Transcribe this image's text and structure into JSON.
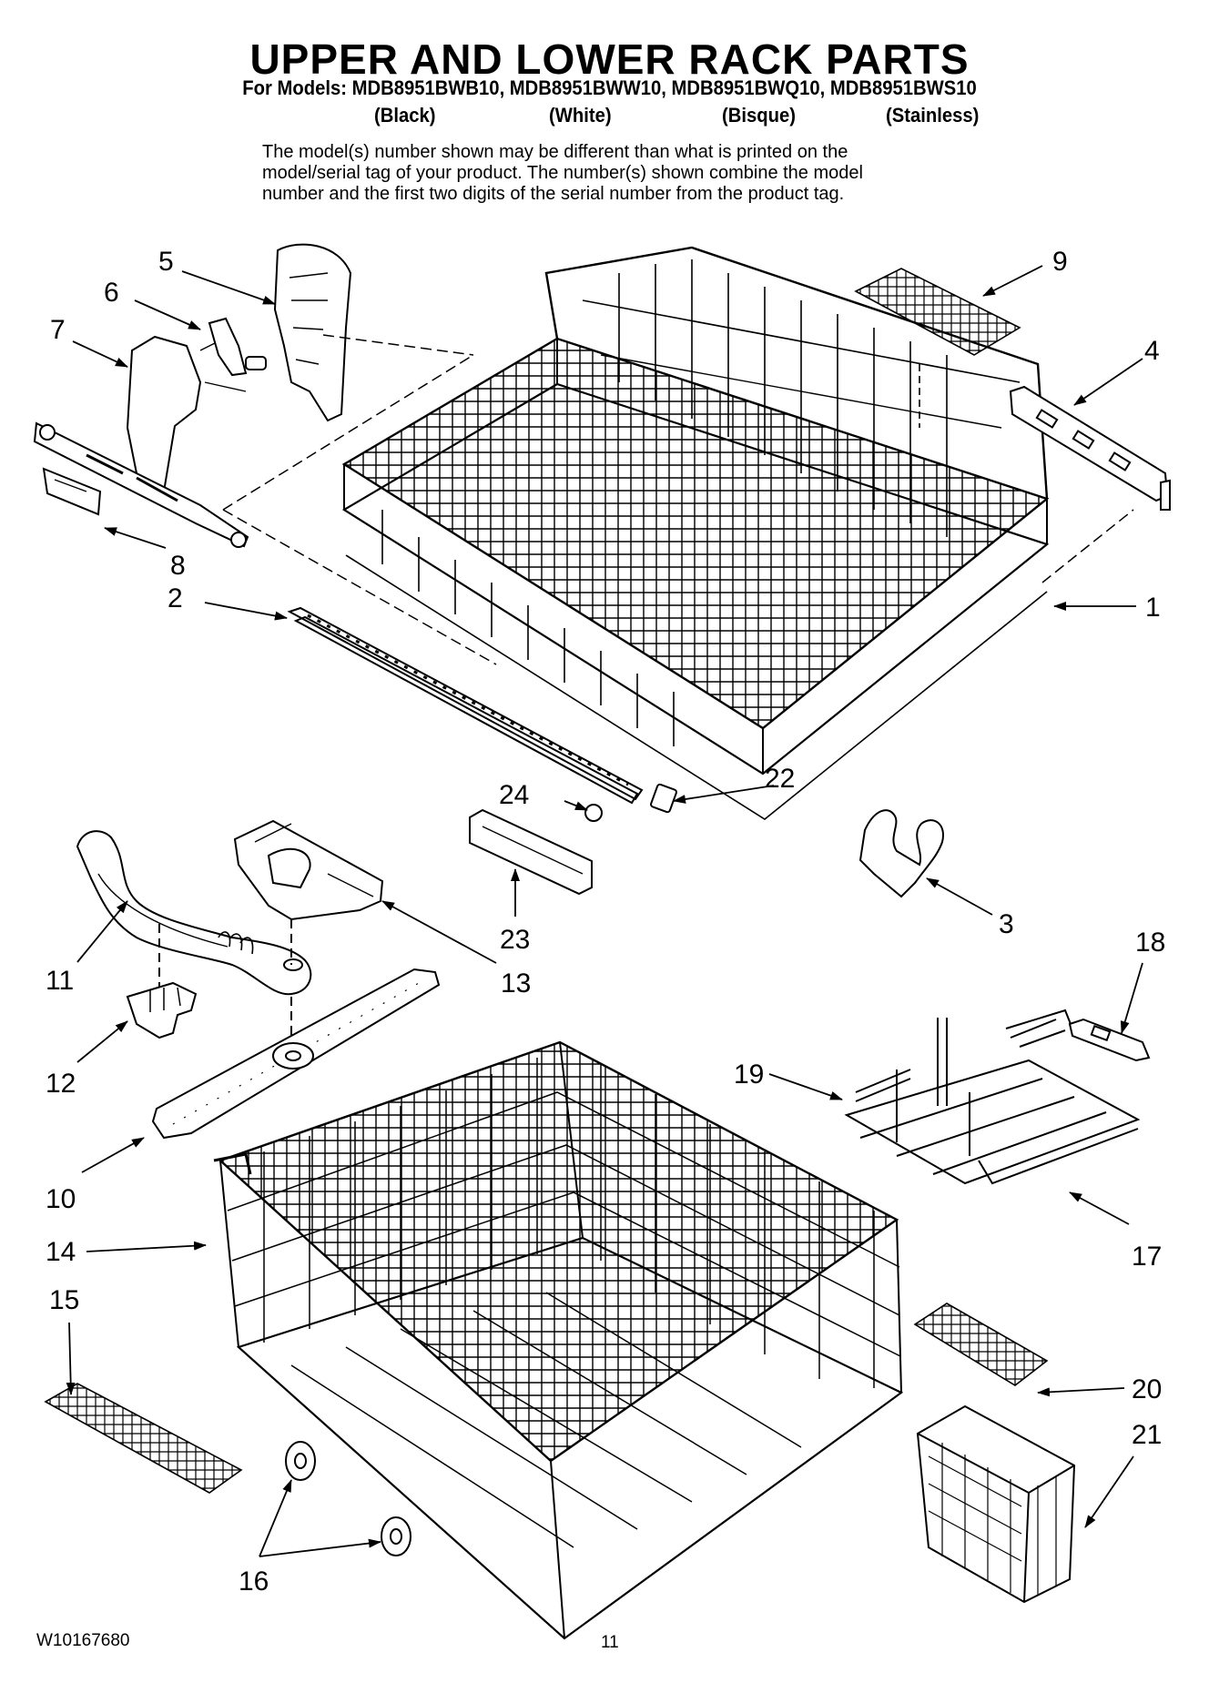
{
  "header": {
    "title": "UPPER AND LOWER RACK PARTS",
    "subtitle": "For Models: MDB8951BWB10, MDB8951BWW10, MDB8951BWQ10, MDB8951BWS10",
    "colors": [
      "(Black)",
      "(White)",
      "(Bisque)",
      "(Stainless)"
    ],
    "note_lines": [
      "The model(s) number shown may be different than what is printed on the",
      "model/serial tag of your product. The number(s) shown combine the model",
      "number and the first two digits of the serial number from the product tag."
    ]
  },
  "callouts": [
    "1",
    "2",
    "3",
    "4",
    "5",
    "6",
    "7",
    "8",
    "9",
    "10",
    "11",
    "12",
    "13",
    "14",
    "15",
    "16",
    "17",
    "18",
    "19",
    "20",
    "21",
    "22",
    "23",
    "24"
  ],
  "footer": {
    "doc_number": "W10167680",
    "page": "11"
  }
}
